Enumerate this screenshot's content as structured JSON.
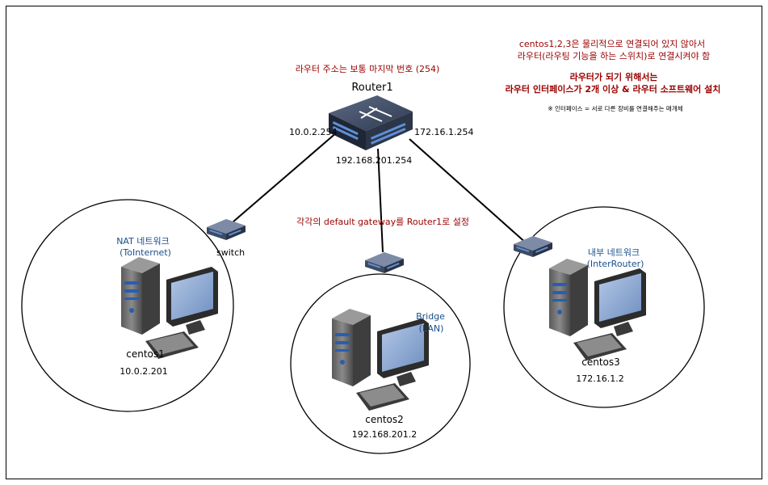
{
  "router": {
    "name": "Router1",
    "note": "라우터 주소는 보통 마지막 번호 (254)",
    "if_left": "10.0.2.254",
    "if_bottom": "192.168.201.254",
    "if_right": "172.16.1.254"
  },
  "gateway_note": "각각의 default gateway를 Router1로 설정",
  "switch_label": "switch",
  "right_notes": {
    "line1": "centos1,2,3은 물리적으로 연결되어 있지 않아서",
    "line2": "라우터(라우팅 기능을 하는 스위치)로 연결시켜야 함",
    "bold1": "라우터가 되기 위해서는",
    "bold2": "라우터 인터페이스가 2개 이상 & 라우터 소프트웨어 설치",
    "small": "※ 인터페이스 = 서로 다른 장비를 연결해주는 매개체"
  },
  "networks": [
    {
      "net_line1": "NAT 네트워크",
      "net_line2": "(ToInternet)",
      "host": "centos1",
      "ip": "10.0.2.201"
    },
    {
      "net_line1": "Bridge",
      "net_line2": "(LAN)",
      "host": "centos2",
      "ip": "192.168.201.2"
    },
    {
      "net_line1": "내부 네트워크",
      "net_line2": "(InterRouter)",
      "host": "centos3",
      "ip": "172.16.1.2"
    }
  ],
  "colors": {
    "note_red": "#990000",
    "network_blue": "#1a4f8a",
    "line": "#000000",
    "monitor_screen": "#8aa6cf",
    "device_dark": "#3d4a63",
    "device_port": "#5f8fd6"
  }
}
